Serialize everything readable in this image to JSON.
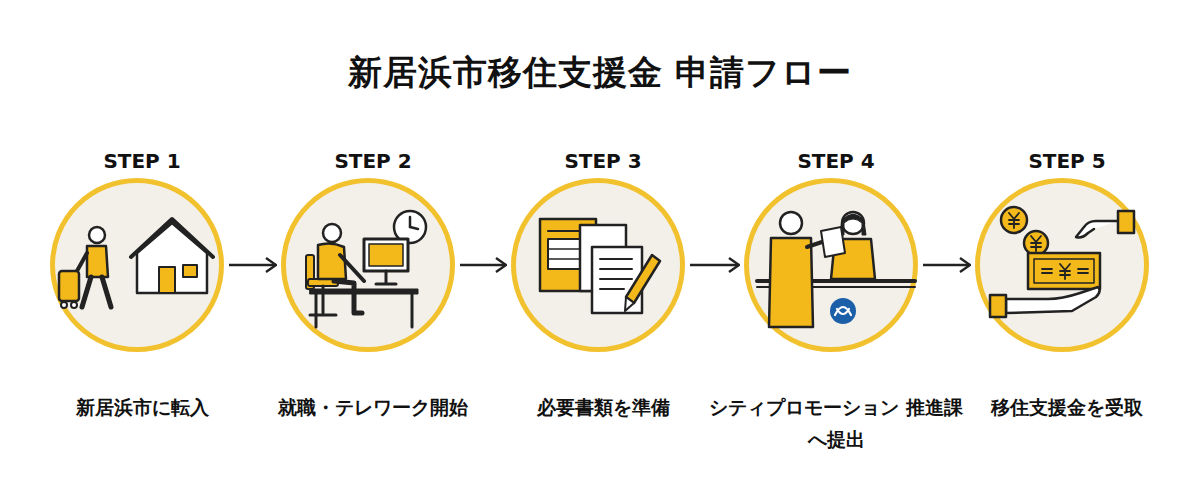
{
  "diagram": {
    "title": "新居浜市移住支援金 申請フロー",
    "nodes": [
      {
        "text": [
          "STEP 1",
          "新居浜市に転入"
        ]
      },
      {
        "text": [
          "STEP 2",
          "就職・テレワーク開始"
        ]
      },
      {
        "text": [
          "STEP 3",
          "必要書類を準備"
        ]
      },
      {
        "text": [
          "STEP 4",
          "シティプロモーション 推進課へ提出"
        ]
      },
      {
        "text": [
          "STEP 5",
          "移住支援金を受取"
        ]
      }
    ],
    "edges": [
      {
        "from": 0,
        "to": 1,
        "arrow": "to"
      },
      {
        "from": 1,
        "to": 2,
        "arrow": "to"
      },
      {
        "from": 2,
        "to": 3,
        "arrow": "to"
      },
      {
        "from": 3,
        "to": 4,
        "arrow": "to"
      }
    ]
  }
}
